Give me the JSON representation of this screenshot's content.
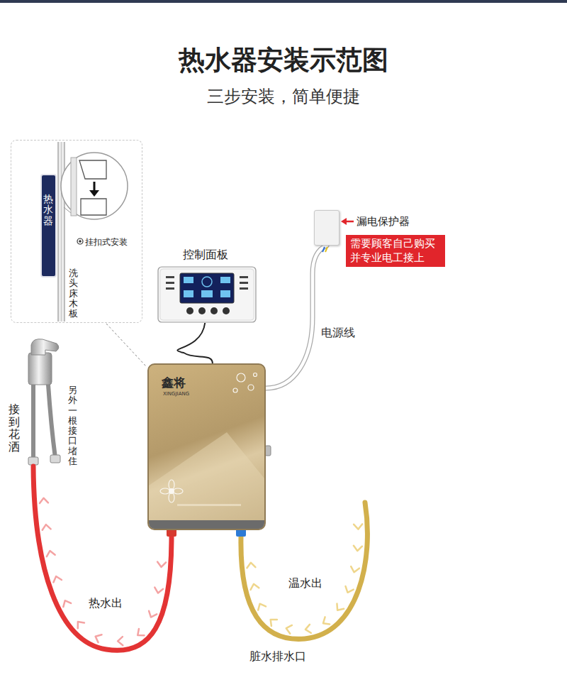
{
  "diagram": {
    "title": "热水器安装示范图",
    "nodes": [
      {
        "text": [
          "洗头床木板",
          "挂扣式安装"
        ]
      },
      {
        "text": [
          "热水器"
        ],
        "in": 0
      },
      {
        "text": [
          "漏电保护器"
        ]
      },
      {
        "text": [
          "需要顾客自己购买并专业电工接上"
        ]
      },
      {
        "text": [
          "控制面板"
        ]
      },
      {
        "text": [
          "鑫将",
          "XINGJIANG"
        ]
      }
    ],
    "edges": [
      {
        "from": 4,
        "to": 5,
        "arrow": "none"
      },
      {
        "from": 5,
        "to": 2,
        "label": "电源线",
        "arrow": "none"
      }
    ],
    "labels": [
      "三步安装，简单便捷",
      "接到花洒",
      "另外一根接口堵住",
      "热水出",
      "温水出",
      "脏水排水口"
    ]
  }
}
